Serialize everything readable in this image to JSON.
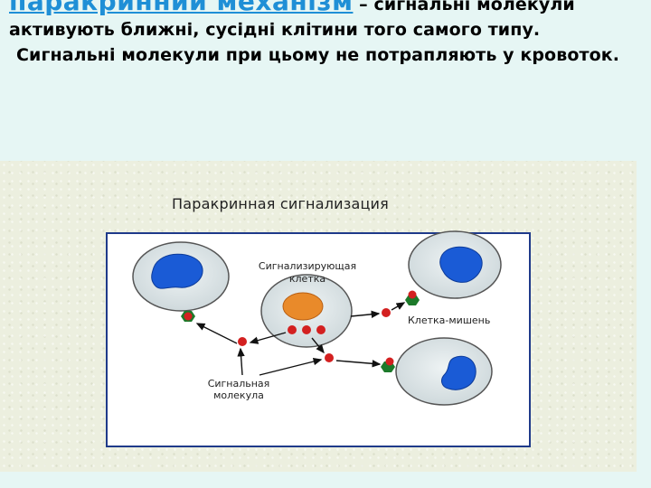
{
  "header": {
    "term": "паракринний механізм",
    "dash": "–",
    "definition": "сигнальні молекули активують ближні, сусідні клітини того самого типу.",
    "note": "Сигнальні молекули при цьому не потрапляють у кровоток."
  },
  "diagram": {
    "title": "Паракринная сигнализация",
    "signaling_cell_label_1": "Сигнализирующая",
    "signaling_cell_label_2": "клетка",
    "target_cell_label": "Клетка-мишень",
    "signal_molecule_label_1": "Сигнальная",
    "signal_molecule_label_2": "молекула",
    "colors": {
      "cell_fill": "#dfe7e9",
      "nucleus_blue": "#1a5bd6",
      "nucleus_orange": "#e98a2a",
      "molecule_red": "#d32020",
      "receptor_green": "#1c7a2a",
      "frame_blue": "#1f3a8a"
    }
  }
}
